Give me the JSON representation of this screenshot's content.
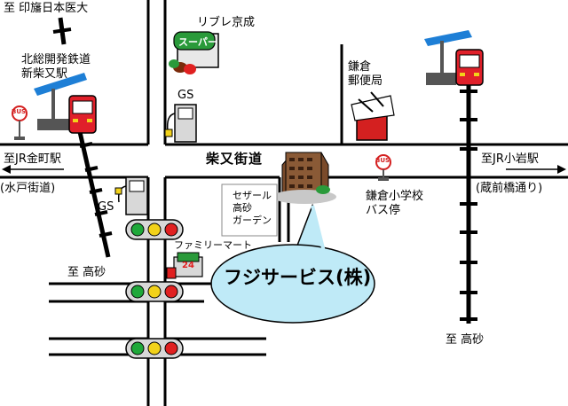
{
  "map": {
    "title_balloon": "フジサービス(株)",
    "labels": {
      "north_left": "至 印旛日本医大",
      "station_line1": "北総開発鉄道",
      "station_line2": "新柴又駅",
      "ribre": "リブレ京成",
      "super_sign": "スーパー",
      "gs_top": "GS",
      "gs_left": "GS",
      "post_line1": "鎌倉",
      "post_line2": "郵便局",
      "main_street": "柴又街道",
      "left_jr": "至JR金町駅",
      "left_road": "(水戸街道)",
      "right_jr": "至JR小岩駅",
      "right_road": "(蔵前橋通り)",
      "bus_line1": "鎌倉小学校",
      "bus_line2": "バス停",
      "cezar_line1": "セザール",
      "cezar_line2": "高砂",
      "cezar_line3": "ガーデン",
      "familymart": "ファミリーマート",
      "south_left": "至 高砂",
      "south_right": "至 高砂",
      "bus_sign": "BUS",
      "store_24": "24"
    },
    "colors": {
      "road": "#000000",
      "balloon_fill": "#bfeaf7",
      "train_red": "#e0202a",
      "train_roof": "#1e7fd6",
      "signal_green": "#1fa83a",
      "signal_yellow": "#f2d21a",
      "signal_red": "#e02020",
      "building": "#7a4a2a",
      "mailbox": "#d42020"
    }
  }
}
